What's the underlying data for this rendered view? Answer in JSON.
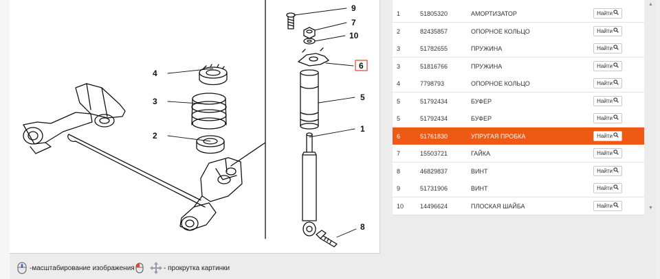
{
  "colors": {
    "accent": "#ee5a14",
    "selected_row_text": "#ffffff",
    "highlight_callout_border": "#e0482b"
  },
  "diagram": {
    "callouts": {
      "c1": "1",
      "c2": "2",
      "c3": "3",
      "c4": "4",
      "c5": "5",
      "c6": "6",
      "c7": "7",
      "c8": "8",
      "c9": "9",
      "c10": "10"
    },
    "highlighted_callout": "6"
  },
  "hints": {
    "zoom_label": "-масштабирование изображения",
    "scroll_label": "- прокрутка картинки",
    "zoom_icon": "mouse-wheel-icon",
    "scroll_icon": "mouse-move-icon"
  },
  "table": {
    "find_label": "Найти",
    "rows": [
      {
        "num": "1",
        "code": "51805320",
        "name": "АМОРТИЗАТОР",
        "selected": false
      },
      {
        "num": "2",
        "code": "82435857",
        "name": "ОПОРНОЕ КОЛЬЦО",
        "selected": false
      },
      {
        "num": "3",
        "code": "51782655",
        "name": "ПРУЖИНА",
        "selected": false
      },
      {
        "num": "3",
        "code": "51816766",
        "name": "ПРУЖИНА",
        "selected": false
      },
      {
        "num": "4",
        "code": "7798793",
        "name": "ОПОРНОЕ КОЛЬЦО",
        "selected": false
      },
      {
        "num": "5",
        "code": "51792434",
        "name": "БУФЕР",
        "selected": false
      },
      {
        "num": "5",
        "code": "51792434",
        "name": "БУФЕР",
        "selected": false
      },
      {
        "num": "6",
        "code": "51761830",
        "name": "УПРУГАЯ ПРОБКА",
        "selected": true
      },
      {
        "num": "7",
        "code": "15503721",
        "name": "ГАЙКА",
        "selected": false
      },
      {
        "num": "8",
        "code": "46829837",
        "name": "ВИНТ",
        "selected": false
      },
      {
        "num": "9",
        "code": "51731906",
        "name": "ВИНТ",
        "selected": false
      },
      {
        "num": "10",
        "code": "14496624",
        "name": "ПЛОСКАЯ ШАЙБА",
        "selected": false
      }
    ]
  }
}
